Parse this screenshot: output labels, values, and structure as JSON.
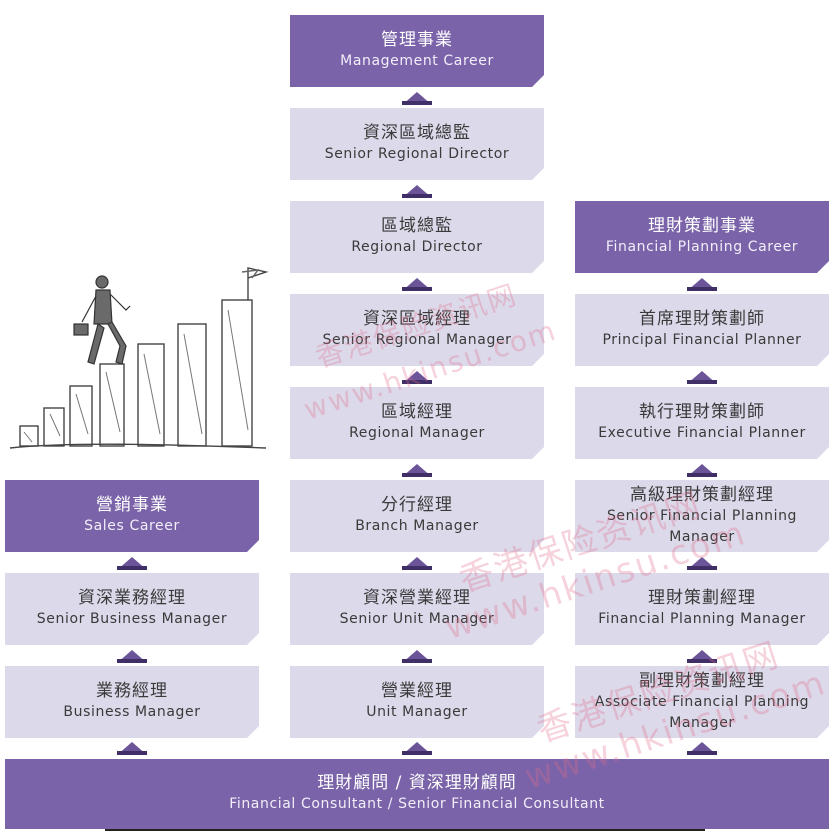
{
  "colors": {
    "light_box": "#dcd9ea",
    "dark_box": "#7a63a8",
    "arrow": "#6c5498",
    "watermark": "#e26e8c"
  },
  "management_column": [
    {
      "zh": "管理事業",
      "en": "Management Career"
    },
    {
      "zh": "資深區域總監",
      "en": "Senior Regional Director"
    },
    {
      "zh": "區域總監",
      "en": "Regional Director"
    },
    {
      "zh": "資深區域經理",
      "en": "Senior Regional Manager"
    },
    {
      "zh": "區域經理",
      "en": "Regional Manager"
    },
    {
      "zh": "分行經理",
      "en": "Branch Manager"
    },
    {
      "zh": "資深營業經理",
      "en": "Senior Unit Manager"
    },
    {
      "zh": "營業經理",
      "en": "Unit Manager"
    }
  ],
  "sales_column": [
    {
      "zh": "營銷事業",
      "en": "Sales Career"
    },
    {
      "zh": "資深業務經理",
      "en": "Senior Business Manager"
    },
    {
      "zh": "業務經理",
      "en": "Business Manager"
    }
  ],
  "planning_column": [
    {
      "zh": "理財策劃事業",
      "en": "Financial Planning Career"
    },
    {
      "zh": "首席理財策劃師",
      "en": "Principal Financial Planner"
    },
    {
      "zh": "執行理財策劃師",
      "en": "Executive Financial Planner"
    },
    {
      "zh": "高級理財策劃經理",
      "en": "Senior Financial Planning Manager"
    },
    {
      "zh": "理財策劃經理",
      "en": "Financial Planning Manager"
    },
    {
      "zh": "副理財策劃經理",
      "en": "Associate Financial Planning Manager"
    }
  ],
  "base": {
    "zh": "理財顧問 / 資深理財顧問",
    "en": "Financial Consultant / Senior Financial Consultant"
  },
  "watermarks": {
    "zh": "香港保险资讯网",
    "url": "www.hkinsu.com"
  }
}
